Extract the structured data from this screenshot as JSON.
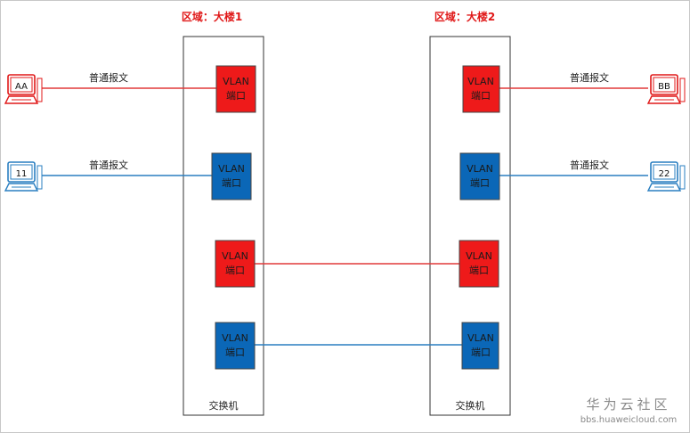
{
  "regions": [
    {
      "title": "区域：大楼1",
      "switch_label": "交换机"
    },
    {
      "title": "区域：大楼2",
      "switch_label": "交换机"
    }
  ],
  "port": {
    "line1": "VLAN",
    "line2": "端口"
  },
  "hosts": [
    {
      "name": "AA",
      "message": "普通报文",
      "color": "#e01818"
    },
    {
      "name": "11",
      "message": "普通报文",
      "color": "#2a7fc1"
    },
    {
      "name": "BB",
      "message": "普通报文",
      "color": "#e01818"
    },
    {
      "name": "22",
      "message": "普通报文",
      "color": "#2a7fc1"
    }
  ],
  "colors": {
    "red_port": "#ee1a1a",
    "blue_port": "#0b67b7",
    "red_line": "#e23a3a",
    "blue_line": "#2a7fc1"
  },
  "watermark": {
    "brand": "华为云社区",
    "url": "bbs.huaweicloud.com"
  }
}
